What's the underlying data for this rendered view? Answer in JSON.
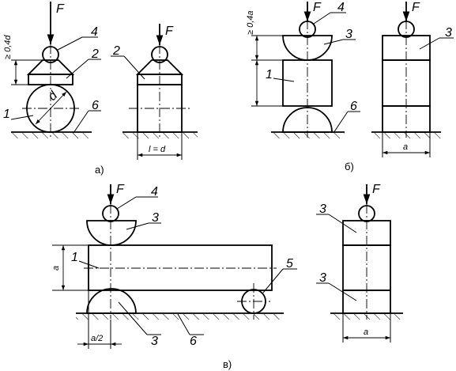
{
  "captions": {
    "a": "а)",
    "b": "б)",
    "c": "в)"
  },
  "force": "F",
  "parts": {
    "sample": "1",
    "prism": "2",
    "cap": "3",
    "ball": "4",
    "roller": "5",
    "base": "6"
  },
  "dims": {
    "clearance_d": "≥ 0,4d",
    "clearance_a": "≥ 0,4a",
    "diameter": "d",
    "length": "l = d",
    "edge": "a",
    "half_edge": "a/2"
  }
}
